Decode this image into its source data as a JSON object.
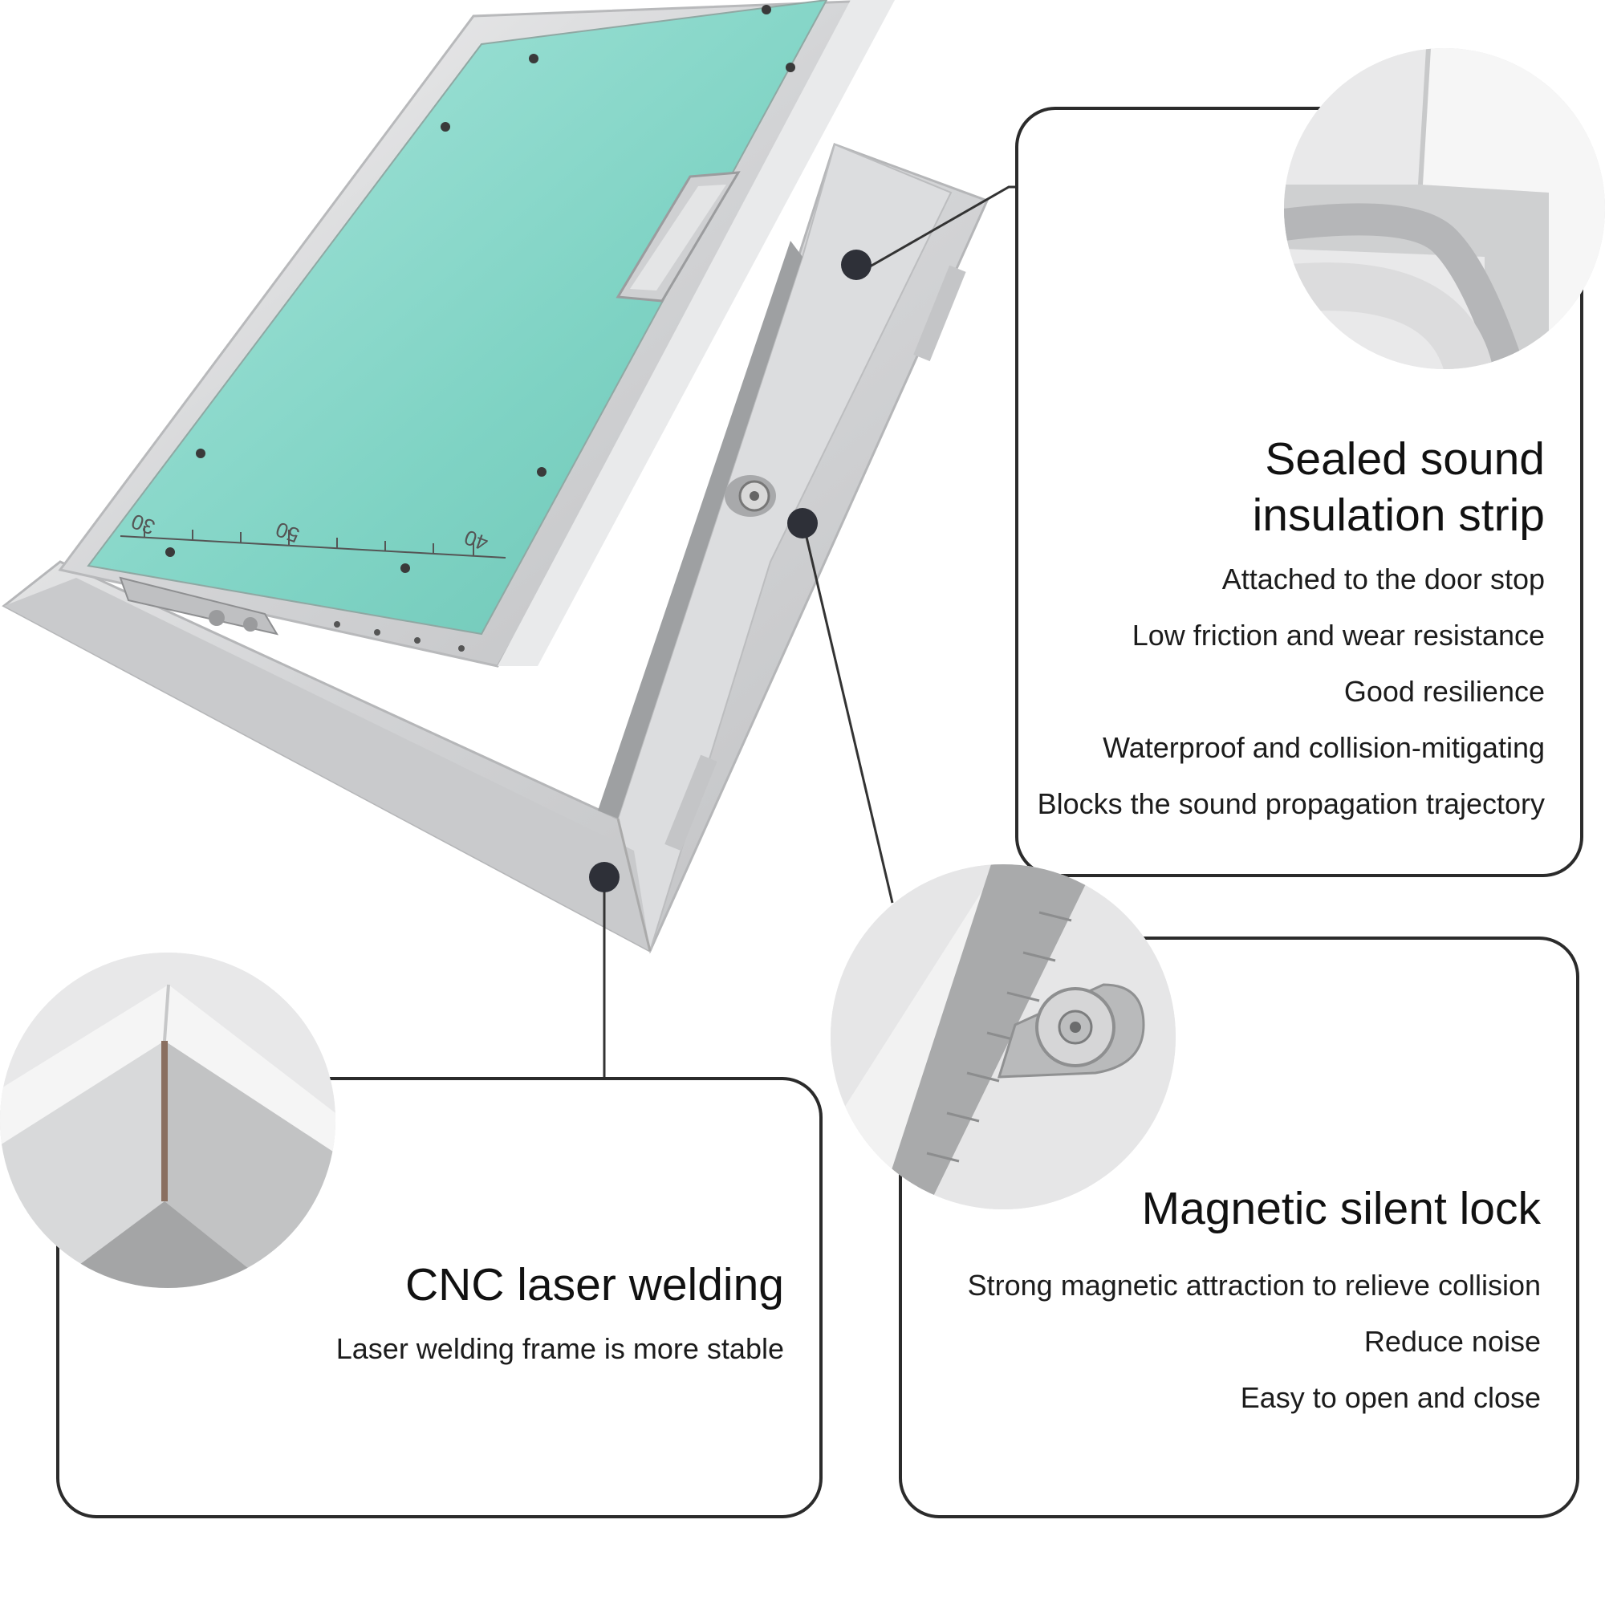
{
  "panels": {
    "sealed": {
      "title_line1": "Sealed sound",
      "title_line2": "insulation strip",
      "features": [
        "Attached to the door stop",
        "Low friction and wear resistance",
        "Good resilience",
        "Waterproof and collision-mitigating",
        "Blocks the sound propagation trajectory"
      ]
    },
    "magnetic": {
      "title": "Magnetic silent lock",
      "features": [
        "Strong magnetic attraction to relieve collision",
        "Reduce noise",
        "Easy to open and close"
      ]
    },
    "welding": {
      "title": "CNC laser welding",
      "features": [
        "Laser welding frame is more stable"
      ]
    }
  },
  "panel_scale": [
    "30",
    "50",
    "40"
  ],
  "colors": {
    "card_border": "#2b2b2b",
    "panel_green": "#7fd3c4",
    "aluminium": "#d9dadb",
    "callout_dot": "#2e3038"
  }
}
